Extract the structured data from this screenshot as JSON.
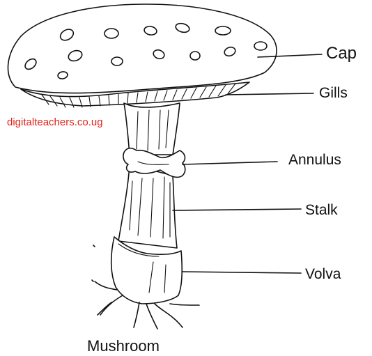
{
  "diagram": {
    "title": "Mushroom",
    "watermark": "digitalteachers.co.ug",
    "labels": {
      "cap": "Cap",
      "gills": "Gills",
      "annulus": "Annulus",
      "stalk": "Stalk",
      "volva": "Volva"
    }
  },
  "colors": {
    "line": "#111111",
    "watermark": "#e0231b",
    "background": "#ffffff"
  }
}
